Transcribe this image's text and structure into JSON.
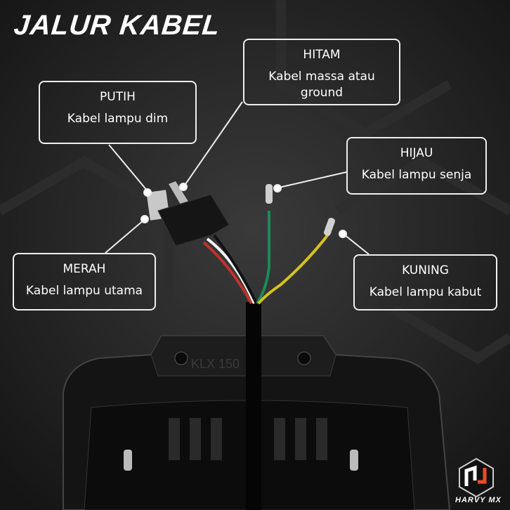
{
  "title": "JALUR KABEL",
  "labels": {
    "hitam": {
      "color": "HITAM",
      "desc": "Kabel massa atau ground"
    },
    "putih": {
      "color": "PUTIH",
      "desc": "Kabel lampu dim"
    },
    "hijau": {
      "color": "HIJAU",
      "desc": "Kabel lampu senja"
    },
    "merah": {
      "color": "MERAH",
      "desc": "Kabel lampu utama"
    },
    "kuning": {
      "color": "KUNING",
      "desc": "Kabel lampu kabut"
    }
  },
  "housing_text": "KLX 150",
  "brand": {
    "name": "HARVY MX",
    "accent": "#e8501e"
  }
}
